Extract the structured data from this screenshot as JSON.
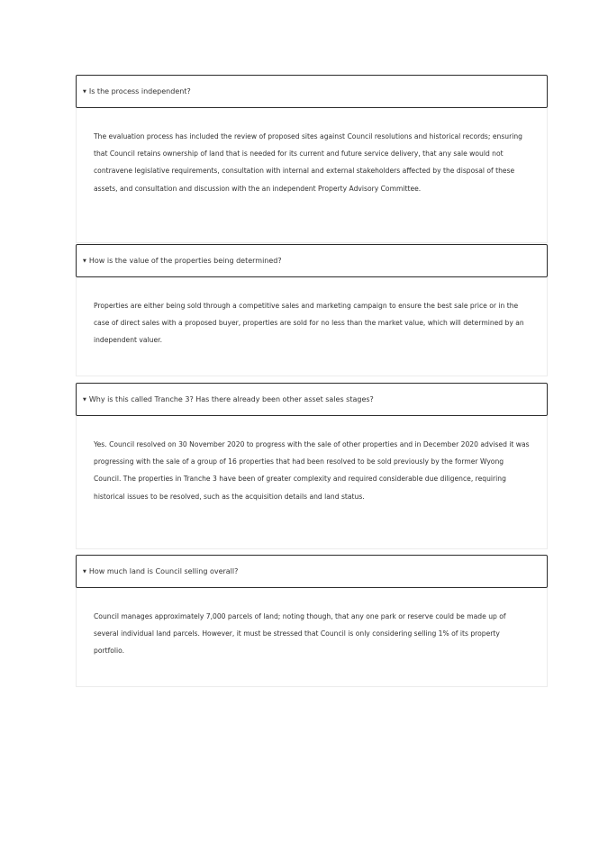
{
  "faq": [
    {
      "question": "Is the process independent?",
      "answer": "The evaluation process has included the review of proposed sites against Council resolutions and historical records; ensuring that Council retains ownership of land that is needed for its current and future service delivery, that any sale would not contravene legislative requirements, consultation with internal and external stakeholders affected by the disposal of these assets, and consultation and discussion with the an independent Property Advisory Committee."
    },
    {
      "question": "How is the value of the properties being determined?",
      "answer": "Properties are either being sold through a competitive sales and marketing campaign to ensure the best sale price or in the case of direct sales with a proposed buyer, properties are sold for no less than the market value, which will determined by an independent valuer."
    },
    {
      "question": "Why is this called Tranche 3? Has there already been other asset sales stages?",
      "answer": "Yes. Council resolved on 30 November 2020 to progress with the sale of other properties and in December 2020 advised it was progressing with the sale of a group of 16 properties that had been resolved to be sold previously by the former Wyong Council. The properties in Tranche 3 have been of greater complexity and required considerable due diligence, requiring historical issues to be resolved, such as the acquisition details and land status."
    },
    {
      "question": "How much land is Council selling overall?",
      "answer": "Council manages approximately 7,000 parcels of land; noting though, that any one park or reserve could be made up of several individual land parcels. However, it must be stressed that Council is only considering selling 1% of its property portfolio."
    }
  ]
}
